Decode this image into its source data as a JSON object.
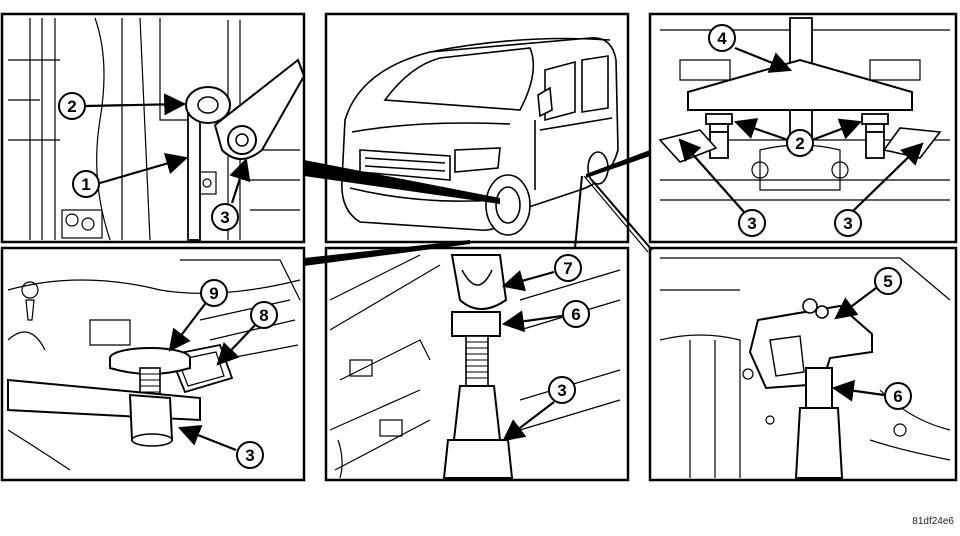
{
  "figure": {
    "id_label": "81df24e6",
    "callouts": {
      "p1": {
        "pivot_plate": "2",
        "pivot_post": "1",
        "jack_handle": "3"
      },
      "p3": {
        "beam": "4",
        "pads": "2",
        "jack_left": "3",
        "jack_right": "3"
      },
      "p4": {
        "pad": "9",
        "bracket": "8",
        "jack": "3"
      },
      "p5": {
        "hook": "7",
        "collar": "6",
        "jack": "3"
      },
      "p6": {
        "bracket": "5",
        "post": "6"
      }
    }
  }
}
